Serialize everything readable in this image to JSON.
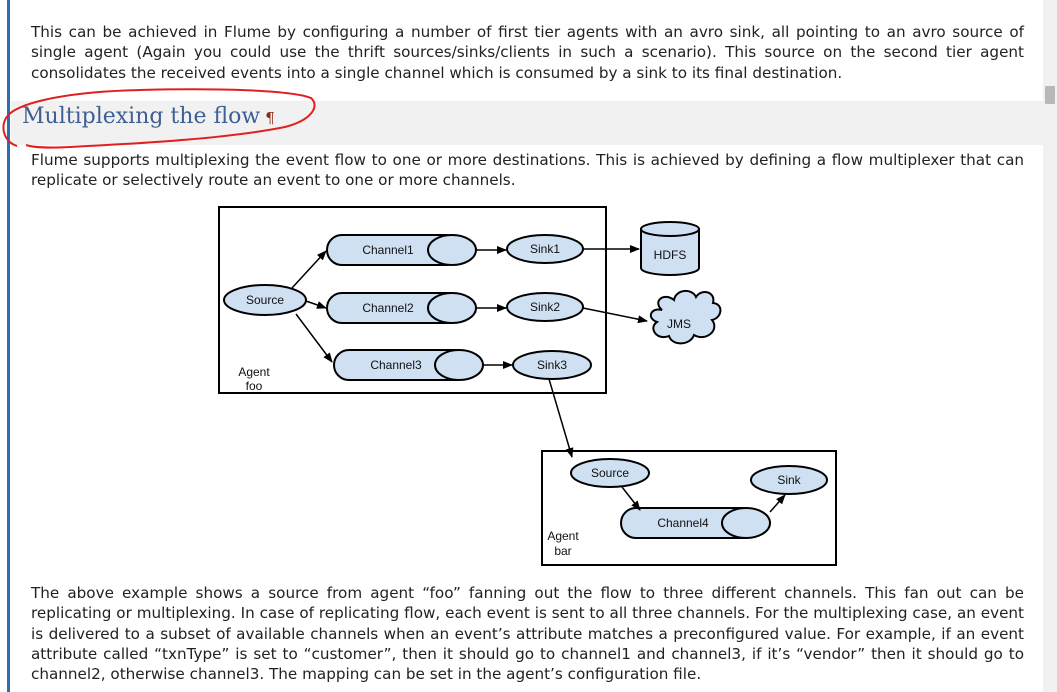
{
  "paragraphs": {
    "intro": "This can be achieved in Flume by configuring a number of first tier agents with an avro sink, all pointing to an avro source of single agent (Again you could use the thrift sources/sinks/clients in such a scenario). This source on the second tier agent consolidates the received events into a single channel which is consumed by a sink to its final destination.",
    "multiplexing": "Flume supports multiplexing the event flow to one or more destinations. This is achieved by defining a flow multiplexer that can replicate or selectively route an event to one or more channels.",
    "example": "The above example shows a source from agent “foo” fanning out the flow to three different channels. This fan out can be replicating or multiplexing. In case of replicating flow, each event is sent to all three channels. For the multiplexing case, an event is delivered to a subset of available channels when an event’s attribute matches a preconfigured value. For example, if an event attribute called “txnType” is set to “customer”, then it should go to channel1 and channel3, if it’s “vendor” then it should go to channel2, otherwise channel3. The mapping can be set in the agent’s configuration file."
  },
  "section": {
    "title": "Multiplexing the flow",
    "anchor": "¶"
  },
  "diagram": {
    "agent_foo": {
      "label_line1": "Agent",
      "label_line2": "foo"
    },
    "agent_bar": {
      "label_line1": "Agent",
      "label_line2": "bar"
    },
    "source_foo": "Source",
    "channel1": "Channel1",
    "channel2": "Channel2",
    "channel3": "Channel3",
    "sink1": "Sink1",
    "sink2": "Sink2",
    "sink3": "Sink3",
    "hdfs": "HDFS",
    "jms": "JMS",
    "source_bar": "Source",
    "channel4": "Channel4",
    "sink_bar": "Sink",
    "fill_color": "#cfe0f2",
    "annotation_color": "#e02020"
  },
  "colors": {
    "heading": "#3e5f93",
    "pilcrow": "#8b2b1a",
    "left_rule": "#2f6cb0"
  }
}
